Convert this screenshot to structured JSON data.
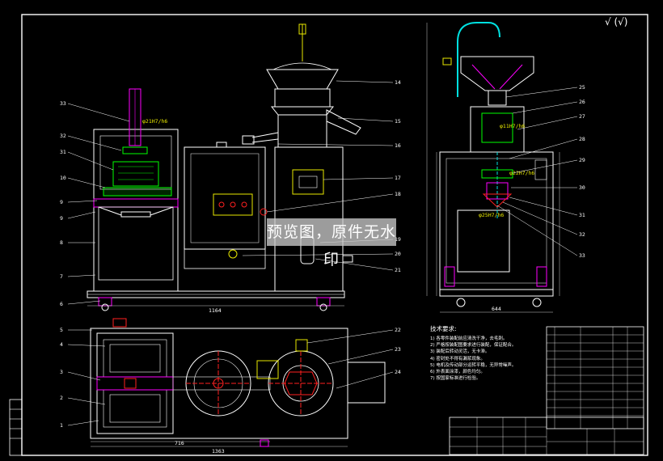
{
  "colors": {
    "background": "#000000",
    "frame": "#ffffff",
    "outline": "#ffffff",
    "accent_yellow": "#e8e800",
    "accent_magenta": "#ff00ff",
    "accent_green": "#00ff00",
    "accent_cyan": "#00e0e0",
    "accent_red": "#ff2020"
  },
  "watermark": "预览图，原件无水印",
  "roughness_mark": "√ (√)",
  "technical_requirements": {
    "title": "技术要求:",
    "lines": [
      "1) 各零件装配前应清洗干净，去毛刺。",
      "2) 严格按装配图要求进行装配，保证配合。",
      "3) 装配后转动灵活，无卡滞。",
      "4) 密封处不得有漏浆现象。",
      "5) 电机及传动部分运转平稳，无异常噪声。",
      "6) 外表面涂漆，颜色均匀。",
      "7) 按国家标准进行检验。"
    ]
  },
  "callouts_left": [
    "33",
    "32",
    "31",
    "10",
    "9",
    "9",
    "8",
    "7",
    "6",
    "5",
    "4",
    "3",
    "2",
    "1"
  ],
  "callouts_mid_right": [
    "14",
    "15",
    "16",
    "17",
    "18",
    "19",
    "20",
    "21",
    "22",
    "23",
    "24"
  ],
  "callouts_right": [
    "25",
    "26",
    "27",
    "28",
    "29",
    "30",
    "31",
    "32",
    "33"
  ],
  "dimensions": {
    "front_total_width": "1164",
    "bottom_total_width": "1363",
    "bottom_left_width": "716",
    "side_width": "644",
    "fit_top_label": "φ21H7/h6",
    "fit_side_1": "φ11H7/h6",
    "fit_side_2": "φ22H7/h6",
    "fit_side_3": "φ25H7/h6"
  }
}
